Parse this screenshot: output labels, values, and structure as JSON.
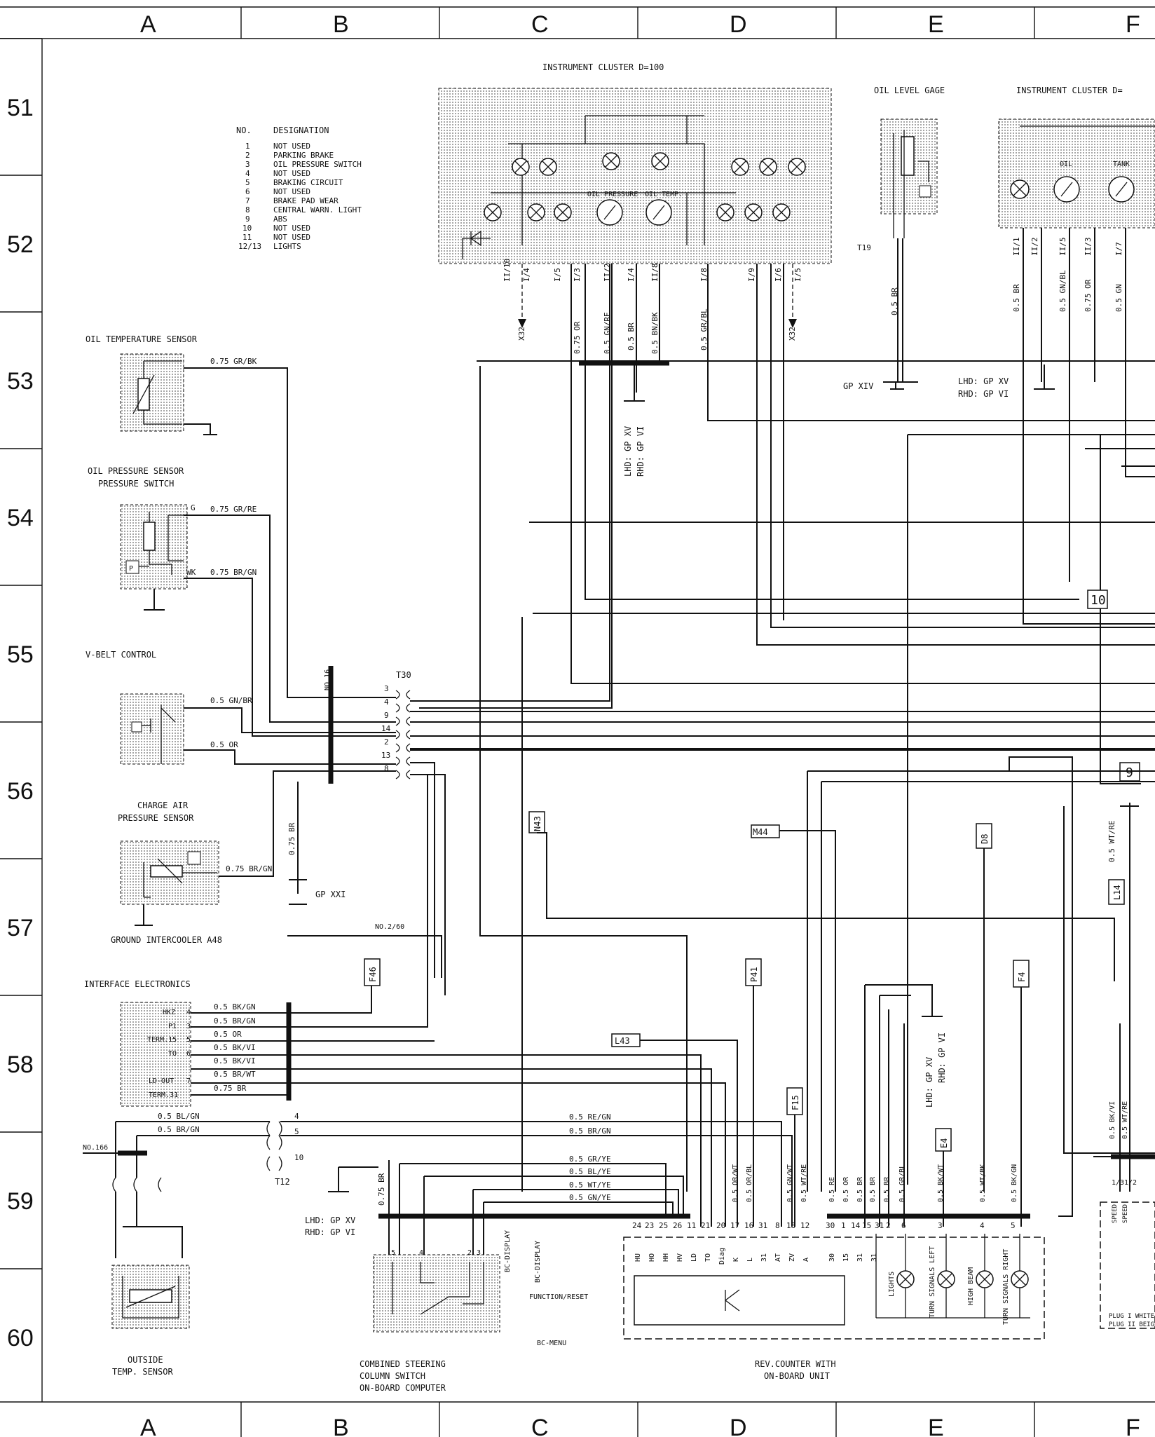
{
  "frame": {
    "columns": [
      "A",
      "B",
      "C",
      "D",
      "E",
      "F"
    ],
    "rows": [
      "51",
      "52",
      "53",
      "54",
      "55",
      "56",
      "57",
      "58",
      "59",
      "60"
    ]
  },
  "components": {
    "instrument_cluster_main": "INSTRUMENT CLUSTER D=100",
    "instrument_cluster_right": "INSTRUMENT CLUSTER D=",
    "oil_level_gage": "OIL LEVEL GAGE",
    "oil_temp_sensor": "OIL TEMPERATURE SENSOR",
    "oil_pressure_sensor_1": "OIL PRESSURE SENSOR",
    "oil_pressure_sensor_2": "PRESSURE SWITCH",
    "vbelt_control": "V-BELT CONTROL",
    "charge_air_1": "CHARGE AIR",
    "charge_air_2": "PRESSURE SENSOR",
    "ground_intercooler": "GROUND INTERCOOLER A48",
    "interface_electronics": "INTERFACE ELECTRONICS",
    "outside_temp_1": "OUTSIDE",
    "outside_temp_2": "TEMP. SENSOR",
    "steering_1": "COMBINED STEERING",
    "steering_2": "COLUMN SWITCH",
    "steering_3": "ON-BOARD COMPUTER",
    "revcounter_1": "REV.COUNTER WITH",
    "revcounter_2": "ON-BOARD UNIT"
  },
  "legend": {
    "header_no": "NO.",
    "header_designation": "DESIGNATION",
    "items": [
      {
        "no": "1",
        "designation": "NOT USED"
      },
      {
        "no": "2",
        "designation": "PARKING BRAKE"
      },
      {
        "no": "3",
        "designation": "OIL PRESSURE SWITCH"
      },
      {
        "no": "4",
        "designation": "NOT USED"
      },
      {
        "no": "5",
        "designation": "BRAKING CIRCUIT"
      },
      {
        "no": "6",
        "designation": "NOT USED"
      },
      {
        "no": "7",
        "designation": "BRAKE PAD WEAR"
      },
      {
        "no": "8",
        "designation": "CENTRAL WARN. LIGHT"
      },
      {
        "no": "9",
        "designation": "ABS"
      },
      {
        "no": "10",
        "designation": "NOT USED"
      },
      {
        "no": "11",
        "designation": "NOT USED"
      },
      {
        "no": "12/13",
        "designation": "LIGHTS"
      }
    ]
  },
  "gauges": {
    "oil_pressure": "OIL PRESSURE",
    "oil_temp": "OIL TEMP.",
    "oil": "OIL",
    "tank": "TANK"
  },
  "cluster_pins": [
    "II/10",
    "I/4",
    "I/5",
    "I/3",
    "II/2",
    "I/4",
    "II/8",
    "I/8",
    "I/9",
    "I/6",
    "I/5"
  ],
  "cluster_wires": [
    "0.75 OR",
    "0.5 GN/RE",
    "0.5 BR",
    "0.5 BN/BK",
    "0.5 GR/BL"
  ],
  "x32": "X32",
  "right_pins": [
    "II/1",
    "II/2",
    "II/5",
    "II/3",
    "I/7"
  ],
  "right_wires": [
    "0.5 BR",
    "0.5 GN/BL",
    "0.75 OR",
    "0.5 GN"
  ],
  "grounds": {
    "gp_xiv": "GP XIV",
    "lhd_gp_xv": "LHD: GP XV",
    "rhd_gp_vi": "RHD: GP VI",
    "gp_xxi": "GP XXI",
    "lhd_rhd_vert": "LHD: GP XV",
    "rhd_vert": "RHD: GP VI"
  },
  "t19": "T19",
  "t30": {
    "name": "T30",
    "pins": [
      "3",
      "4",
      "9",
      "14",
      "2",
      "13",
      "8"
    ],
    "no16": "NO.16"
  },
  "sensor_wires": {
    "oil_temp": "0.75 GR/BK",
    "oil_press_g": "0.75 GR/RE",
    "oil_press_wk": "0.75 BR/GN",
    "g": "G",
    "wk": "WK",
    "vbelt_1": "0.5 GN/BR",
    "vbelt_2": "0.5 OR",
    "charge": "0.75 BR/GN",
    "gnd": "0.75 BR"
  },
  "interface": {
    "no2_60": "NO.2/60",
    "pins": [
      {
        "name": "HKZ",
        "n": "4",
        "wire": "0.5 BK/GN"
      },
      {
        "name": "P1",
        "n": "3",
        "wire": "0.5 BR/GN"
      },
      {
        "name": "TERM.15",
        "n": "5",
        "wire": "0.5 OR"
      },
      {
        "name": "TO",
        "n": "6",
        "wire": "0.5 BK/VI"
      },
      {
        "name": "",
        "n": "",
        "wire": "0.5 BK/VI"
      },
      {
        "name": "LD-OUT",
        "n": "7",
        "wire": "0.5 BR/WT"
      },
      {
        "name": "TERM.31",
        "n": "",
        "wire": "0.75 BR"
      }
    ]
  },
  "tags": [
    "10",
    "9",
    "N43",
    "M44",
    "D8",
    "L14",
    "F46",
    "P41",
    "F4",
    "L43",
    "F15",
    "E4"
  ],
  "outside_wires": {
    "w1": "0.5 BL/GN",
    "w2": "0.5 BR/GN",
    "no166": "NO.166",
    "t12": "T12",
    "p4": "4",
    "p5": "5",
    "p10": "10"
  },
  "mid_wires": [
    "0.5 RE/GN",
    "0.5 BR/GN",
    "0.5 GR/YE",
    "0.5 BL/YE",
    "0.5 WT/YE",
    "0.5 GN/YE"
  ],
  "rev_pins": {
    "top": [
      "24",
      "23",
      "25",
      "26",
      "11",
      "21",
      "20",
      "17",
      "16",
      "31",
      "8",
      "13",
      "12",
      "30",
      "1",
      "14",
      "15",
      "31",
      "2",
      "6",
      "3",
      "4",
      "5"
    ],
    "func": [
      "HU",
      "HO",
      "HH",
      "HV",
      "LD",
      "TO",
      "Diag",
      "K",
      "L",
      "31",
      "AT",
      "ZV",
      "A",
      "30",
      "15",
      "31",
      "31"
    ],
    "wires": [
      "0.5 OR/WT",
      "0.5 OR/BL",
      "0.5 GN/WT",
      "0.5 WT/RE",
      "0.5 RE",
      "0.5 OR",
      "0.5 BR",
      "0.5 BR",
      "0.5 GR/BL",
      "0.5 BK/WT",
      "0.5 WT/BK",
      "0.5 BK/GN",
      "0.5 BR"
    ]
  },
  "lamps": [
    "LIGHTS",
    "TURN SIGNALS LEFT",
    "HIGH BEAM",
    "TURN SIGNALS RIGHT"
  ],
  "steering_labels": {
    "bc_display1": "BC-DISPLAY",
    "bc_display2": "BC-DISPLAY",
    "function_reset": "FUNCTION/RESET",
    "bc_menu": "BC-MENU"
  },
  "speed": {
    "s1": "SPEED",
    "s2": "SPEED",
    "p13": "1/3",
    "p12": "1/2",
    "plug_white": "PLUG I WHITE",
    "plug_beige": "PLUG II BEIGE",
    "w1": "0.5 BK/VI",
    "w2": "0.5 WT/RE",
    "w3": "0.5 WT/RE"
  }
}
